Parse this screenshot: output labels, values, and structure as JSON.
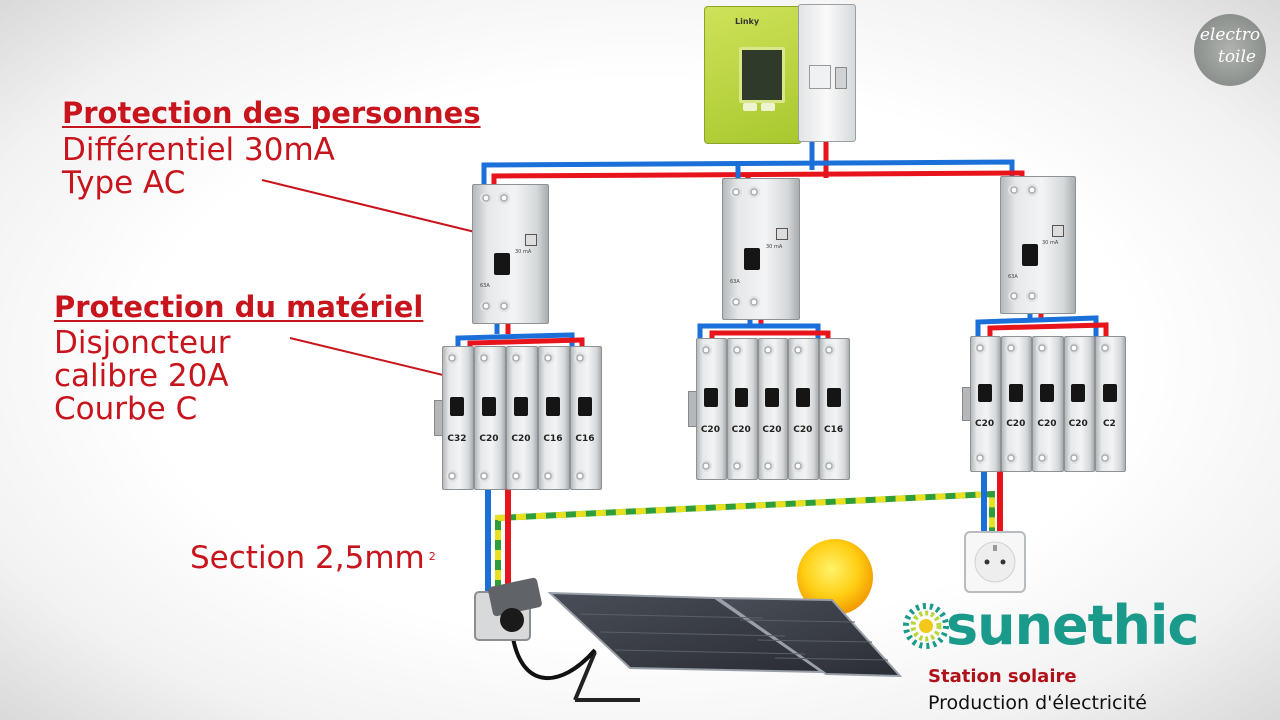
{
  "labels": {
    "person_title": "Protection des personnes",
    "person_line1": "Différentiel 30mA",
    "person_line2": "Type AC",
    "material_title": "Protection du matériel",
    "material_line1": "Disjoncteur",
    "material_line2": "calibre 20A",
    "material_line3": "Courbe C",
    "section": "Section 2,5mm",
    "section_sup": "2"
  },
  "meter": {
    "brand": "Linky"
  },
  "watermark": {
    "line1": "electro",
    "line2": "toile"
  },
  "rcd": {
    "rating": "63A",
    "sensitivity": "30 mA"
  },
  "panels": [
    {
      "breakers": [
        "C32",
        "C20",
        "C20",
        "C16",
        "C16"
      ]
    },
    {
      "breakers": [
        "C20",
        "C20",
        "C20",
        "C20",
        "C16"
      ]
    },
    {
      "breakers": [
        "C20",
        "C20",
        "C20",
        "C20",
        "C2"
      ]
    }
  ],
  "brand": {
    "name": "sunethic",
    "subtitle": "Station solaire",
    "tagline": "Production d'électricité"
  },
  "colors": {
    "label_red": "#c8141c",
    "phase_red": "#e8141c",
    "neutral_blue": "#1a6fd8",
    "earth_green": "#2e9e3a",
    "earth_yellow": "#e8e020",
    "sunethic_teal": "#1a9a8a",
    "meter_green": "#b9d63a"
  }
}
